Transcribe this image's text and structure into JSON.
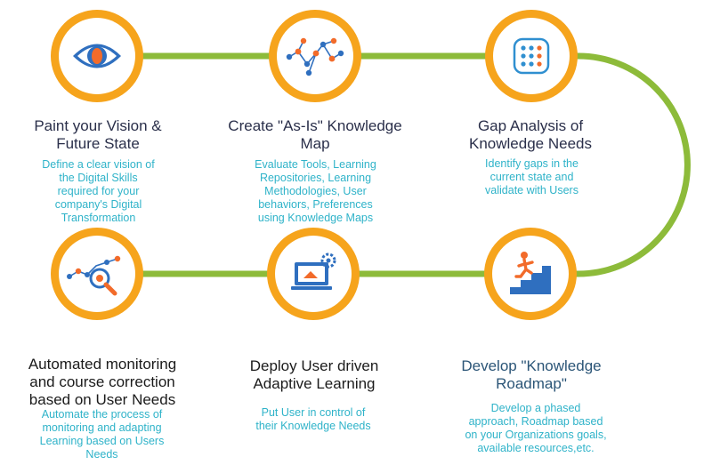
{
  "colors": {
    "connector": "#8dbb3a",
    "circle_ring": "#f6a41c",
    "title": "#2a2f4a",
    "description": "#2fb3c9",
    "icon_blue": "#3a7fc4",
    "icon_orange": "#f08a24"
  },
  "steps": [
    {
      "icon": "eye-icon",
      "title_lines": [
        "Paint your Vision &",
        "Future State"
      ],
      "desc_lines": [
        "Define a clear vision of",
        "the Digital Skills",
        "required for your",
        "company's Digital",
        "Transformation"
      ]
    },
    {
      "icon": "network-map-icon",
      "title_lines": [
        "Create \"As-Is\"  Knowledge",
        "Map"
      ],
      "desc_lines": [
        "Evaluate Tools, Learning",
        "Repositories, Learning",
        "Methodologies, User",
        "behaviors, Preferences",
        "using Knowledge Maps"
      ]
    },
    {
      "icon": "grid-dots-icon",
      "title_lines": [
        "Gap Analysis of",
        "Knowledge Needs"
      ],
      "desc_lines": [
        "Identify gaps in the",
        "current state and",
        "validate with Users"
      ]
    },
    {
      "icon": "stairs-climber-icon",
      "title_lines": [
        "Develop \"Knowledge",
        "Roadmap\""
      ],
      "desc_lines": [
        "Develop a phased",
        "approach,  Roadmap based",
        "on your  Organizations goals,",
        "available resources,etc."
      ]
    },
    {
      "icon": "laptop-gear-icon",
      "title_lines": [
        "Deploy User driven",
        "Adaptive Learning"
      ],
      "desc_lines": [
        "Put User in control of",
        "their Knowledge Needs"
      ]
    },
    {
      "icon": "magnifier-chart-icon",
      "title_lines": [
        "Automated monitoring",
        "and course correction",
        "based on User Needs"
      ],
      "desc_lines": [
        "Automate the process of",
        "monitoring and adapting",
        "Learning based on Users",
        "Needs"
      ]
    }
  ]
}
